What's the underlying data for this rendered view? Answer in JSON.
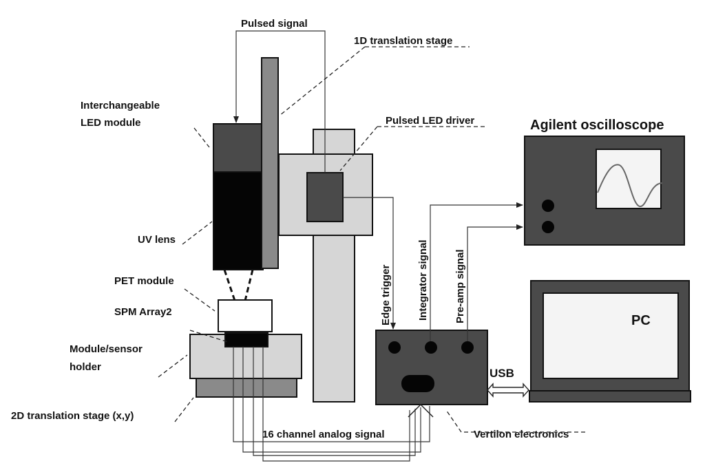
{
  "labels": {
    "pulsed_signal": "Pulsed signal",
    "translation_1d": "1D translation stage",
    "interchangeable_1": "Interchangeable",
    "interchangeable_2": "LED module",
    "pulsed_led_driver": "Pulsed LED driver",
    "oscilloscope": "Agilent oscilloscope",
    "uv_lens": "UV lens",
    "pet_module": "PET module",
    "spm_array": "SPM Array2",
    "holder_1": "Module/sensor",
    "holder_2": "holder",
    "translation_2d": "2D translation stage (x,y)",
    "analog_signal": "16 channel analog signal",
    "vertilon": "Vertilon electronics",
    "edge_trigger": "Edge trigger",
    "integrator_signal": "Integrator signal",
    "preamp_signal": "Pre-amp signal",
    "usb": "USB",
    "pc": "PC"
  },
  "colors": {
    "dark_gray": "#4a4a4a",
    "mid_gray": "#8a8a8a",
    "light_gray": "#d4d4d4",
    "black": "#050505",
    "screen_bg": "#f4f4f4"
  }
}
